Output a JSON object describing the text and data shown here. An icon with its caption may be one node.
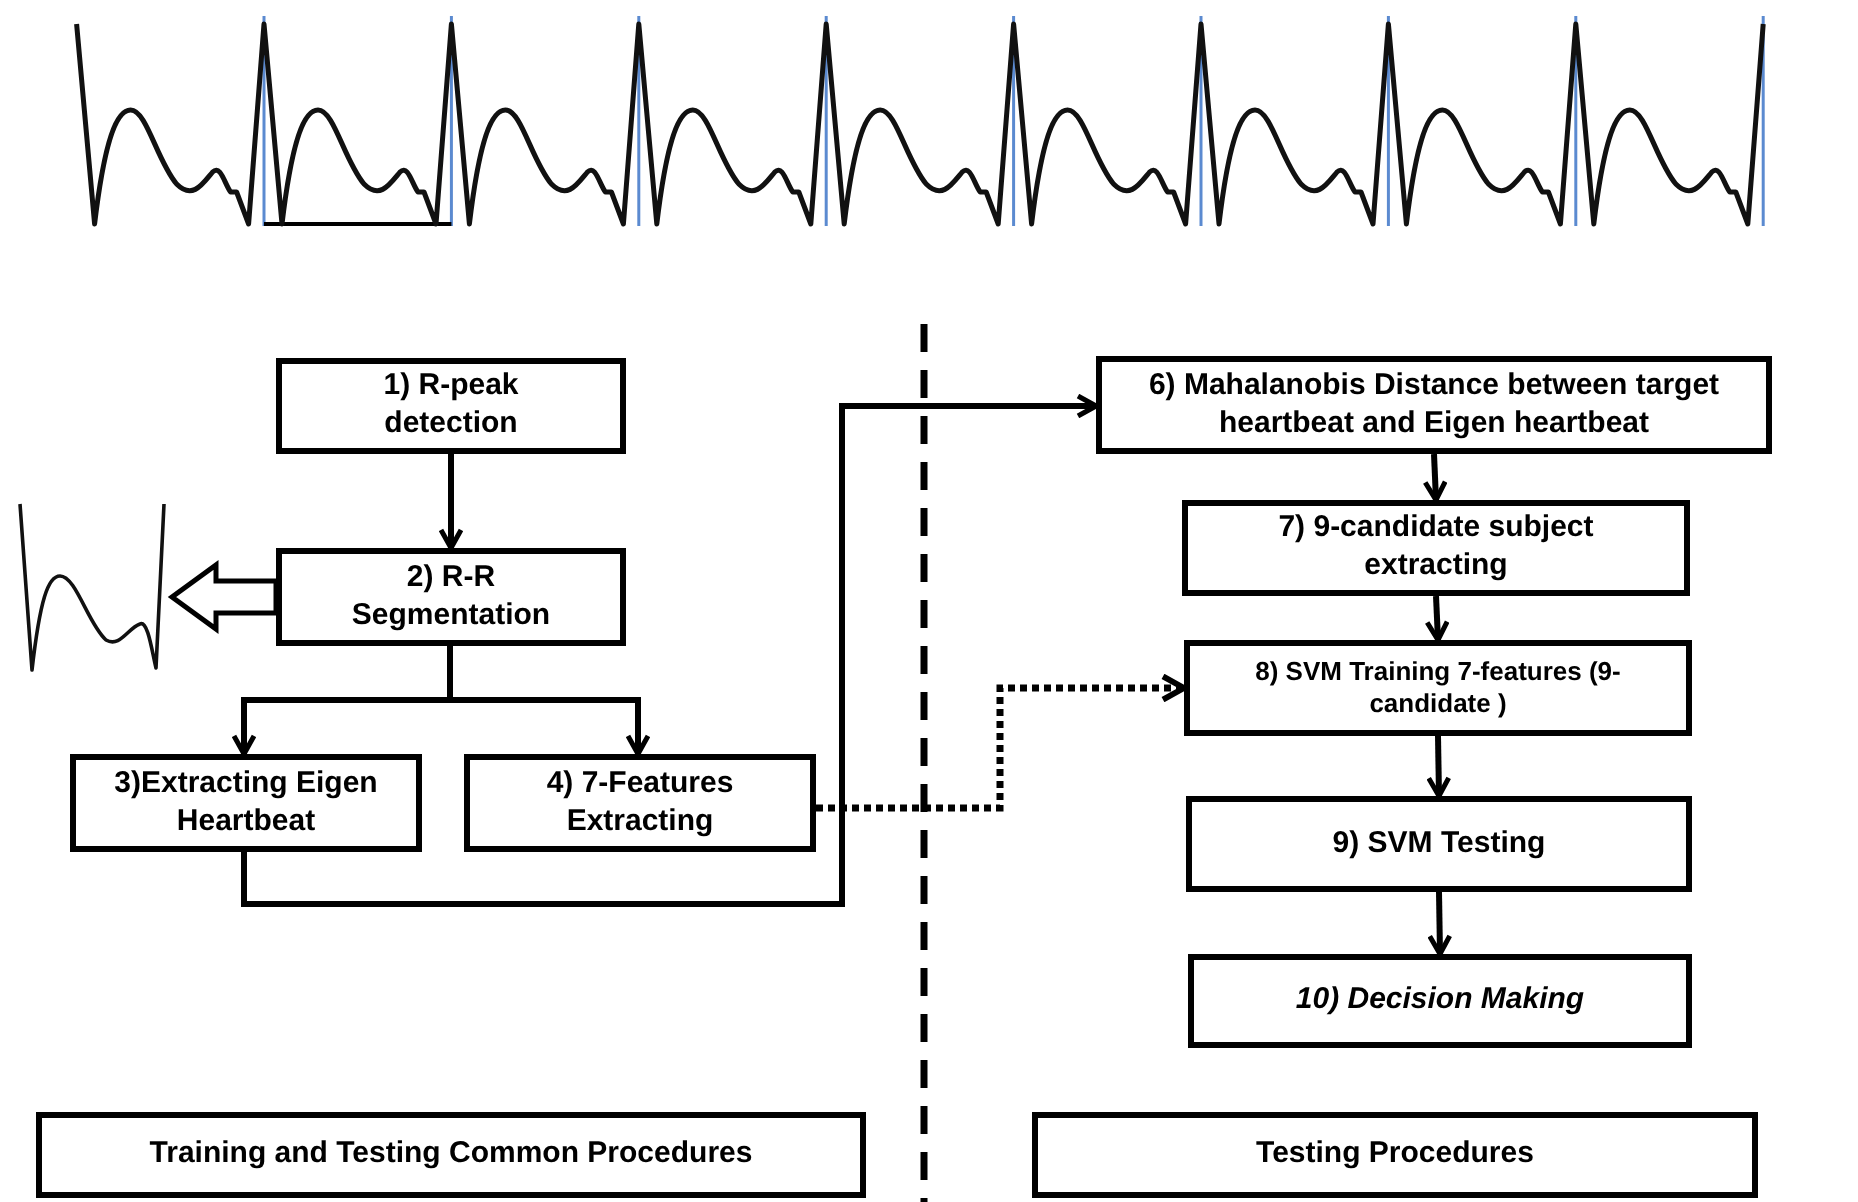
{
  "diagram": {
    "nodes": [
      {
        "text": [
          "1) R-peak detection"
        ]
      },
      {
        "text": [
          "2) R-R Segmentation"
        ]
      },
      {
        "text": [
          "3)Extracting Eigen Heartbeat"
        ]
      },
      {
        "text": [
          "4) 7-Features Extracting"
        ]
      },
      {
        "text": [
          "6) Mahalanobis Distance between target heartbeat and Eigen heartbeat"
        ]
      },
      {
        "text": [
          "7) 9-candidate subject extracting"
        ]
      },
      {
        "text": [
          "8) SVM Training 7-features (9-candidate )"
        ]
      },
      {
        "text": [
          "9) SVM Testing"
        ]
      },
      {
        "text": [
          "10) Decision Making"
        ]
      },
      {
        "text": [
          "Training and Testing Common Procedures"
        ]
      },
      {
        "text": [
          "Testing  Procedures"
        ]
      },
      {
        "text": [],
        "shape": "picture"
      }
    ],
    "edges": [
      {
        "from": 0,
        "to": 1,
        "arrow": "to"
      },
      {
        "from": 1,
        "to": 11,
        "arrow": "to",
        "style": "thick"
      },
      {
        "from": 1,
        "to": 2,
        "arrow": "to"
      },
      {
        "from": 1,
        "to": 3,
        "arrow": "to"
      },
      {
        "from": 2,
        "to": 4,
        "arrow": "to"
      },
      {
        "from": 3,
        "to": 6,
        "arrow": "to",
        "style": "dashed"
      },
      {
        "from": 4,
        "to": 5,
        "arrow": "to"
      },
      {
        "from": 5,
        "to": 6,
        "arrow": "to"
      },
      {
        "from": 6,
        "to": 7,
        "arrow": "to"
      },
      {
        "from": 7,
        "to": 8,
        "arrow": "to"
      }
    ]
  }
}
